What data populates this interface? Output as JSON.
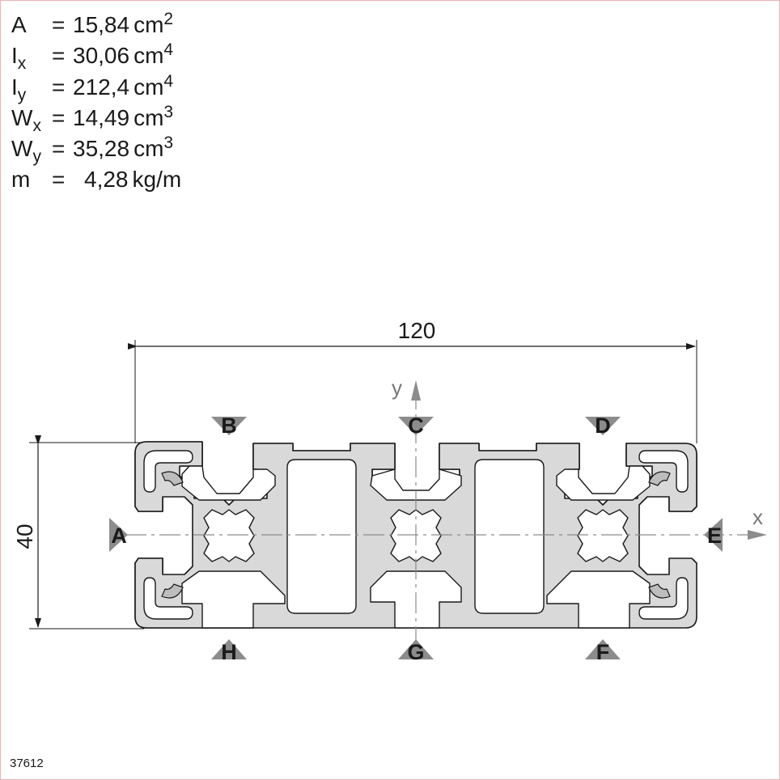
{
  "properties": [
    {
      "name": "A",
      "sub": "",
      "eq": "=",
      "value": "15,84",
      "unit": "cm",
      "exp": "2"
    },
    {
      "name": "I",
      "sub": "x",
      "eq": "=",
      "value": "30,06",
      "unit": "cm",
      "exp": "4"
    },
    {
      "name": "I",
      "sub": "y",
      "eq": "=",
      "value": "212,4",
      "unit": "cm",
      "exp": "4"
    },
    {
      "name": "W",
      "sub": "x",
      "eq": "=",
      "value": "14,49",
      "unit": "cm",
      "exp": "3"
    },
    {
      "name": "W",
      "sub": "y",
      "eq": "=",
      "value": "35,28",
      "unit": "cm",
      "exp": "3"
    },
    {
      "name": "m",
      "sub": "",
      "eq": "=",
      "value": "4,28",
      "unit": "kg/m",
      "exp": ""
    }
  ],
  "dimensions": {
    "width": "120",
    "height": "40"
  },
  "axes": {
    "x": "x",
    "y": "y"
  },
  "groove_labels": {
    "A": "A",
    "B": "B",
    "C": "C",
    "D": "D",
    "E": "E",
    "F": "F",
    "G": "G",
    "H": "H"
  },
  "part_number": "37612",
  "colors": {
    "profile_fill": "#d9d9d9",
    "outline": "#1a1a1a",
    "arrow": "#8c8c8c",
    "axis": "#8c8c8c"
  }
}
